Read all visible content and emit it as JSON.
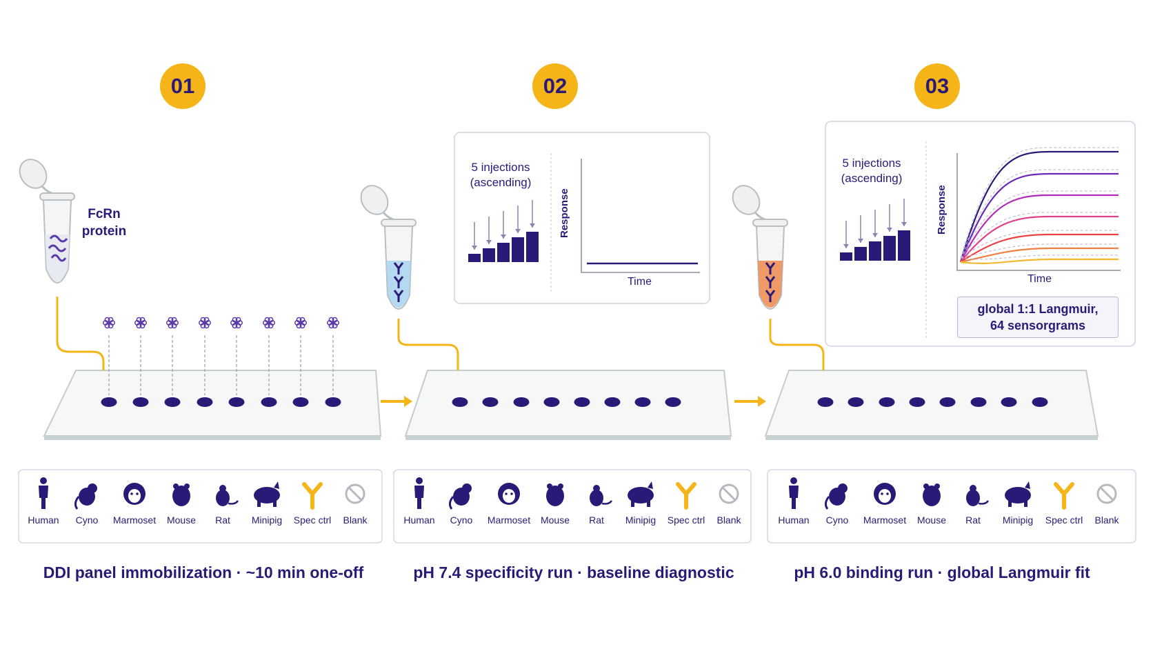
{
  "steps": [
    {
      "number": "01",
      "caption": "DDI panel immobilization · ~10 min one-off",
      "tube_label": [
        "FcRn",
        "protein"
      ]
    },
    {
      "number": "02",
      "caption": "pH 7.4 specificity run · baseline diagnostic",
      "panel": {
        "injections_label": [
          "5 injections",
          "(ascending)"
        ],
        "ylabel": "Response",
        "xlabel": "Time"
      }
    },
    {
      "number": "03",
      "caption": "pH 6.0 binding run · global Langmuir fit",
      "panel": {
        "injections_label": [
          "5 injections",
          "(ascending)"
        ],
        "ylabel": "Response",
        "xlabel": "Time",
        "fit_label": [
          "global 1:1 Langmuir,",
          "64 sensorgrams"
        ]
      }
    }
  ],
  "species": [
    {
      "label": "Human",
      "icon": "human-icon"
    },
    {
      "label": "Cyno",
      "icon": "cyno-icon"
    },
    {
      "label": "Marmoset",
      "icon": "marmoset-icon"
    },
    {
      "label": "Mouse",
      "icon": "mouse-icon"
    },
    {
      "label": "Rat",
      "icon": "rat-icon"
    },
    {
      "label": "Minipig",
      "icon": "minipig-icon"
    },
    {
      "label": "Spec ctrl",
      "icon": "antibody-icon"
    },
    {
      "label": "Blank",
      "icon": "blank-icon"
    }
  ],
  "colors": {
    "primary": "#2a1a78",
    "accent": "#f5b417",
    "tube_blue": "#a9d4ee",
    "tube_orange": "#ee8a4e",
    "curve_colors": [
      "#2a1a78",
      "#6a2ac0",
      "#b02ab8",
      "#e0408a",
      "#ee4040",
      "#f08040",
      "#f2b830"
    ]
  }
}
